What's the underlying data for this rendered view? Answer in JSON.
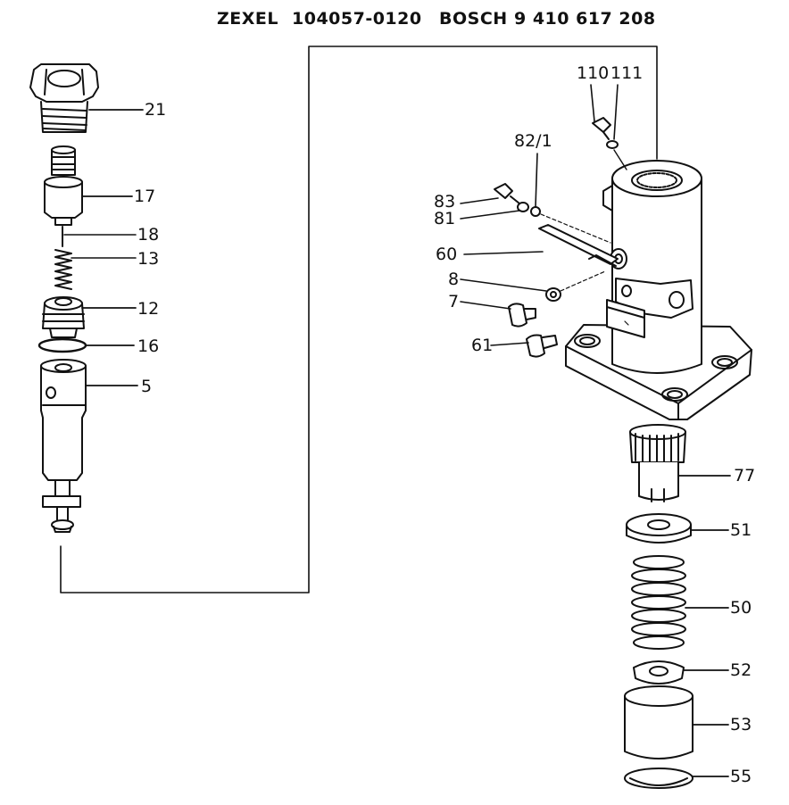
{
  "header": {
    "brand1": "ZEXEL",
    "part1": "104057-0120",
    "brand2": "BOSCH",
    "part2": "9 410 617 208"
  },
  "callouts": {
    "c21": "21",
    "c17": "17",
    "c18": "18",
    "c13": "13",
    "c12": "12",
    "c16": "16",
    "c5": "5",
    "c110": "110",
    "c111": "111",
    "c82_1": "82/1",
    "c83": "83",
    "c81": "81",
    "c60": "60",
    "c8": "8",
    "c7": "7",
    "c61": "61",
    "c77": "77",
    "c51": "51",
    "c50": "50",
    "c52": "52",
    "c53": "53",
    "c55": "55"
  }
}
